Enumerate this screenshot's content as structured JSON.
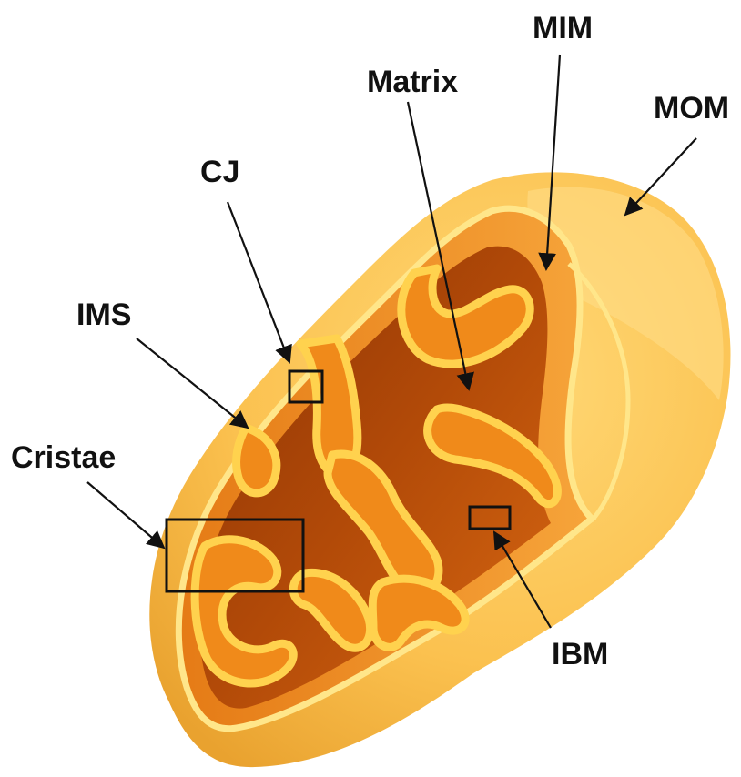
{
  "labels": {
    "mim": "MIM",
    "matrix": "Matrix",
    "mom": "MOM",
    "cj": "CJ",
    "ims": "IMS",
    "cristae": "Cristae",
    "ibm": "IBM"
  },
  "colors": {
    "outer_membrane": "#FBC14F",
    "outer_membrane_light": "#FDD36A",
    "membrane_edge": "#FFE68A",
    "inner_wall": "#EE8A1E",
    "matrix_deep": "#9E3E06",
    "matrix_mid": "#C85A0E",
    "crista_band": "#FFD24E",
    "crista_fill": "#F08A1A",
    "annotation": "#111111"
  }
}
